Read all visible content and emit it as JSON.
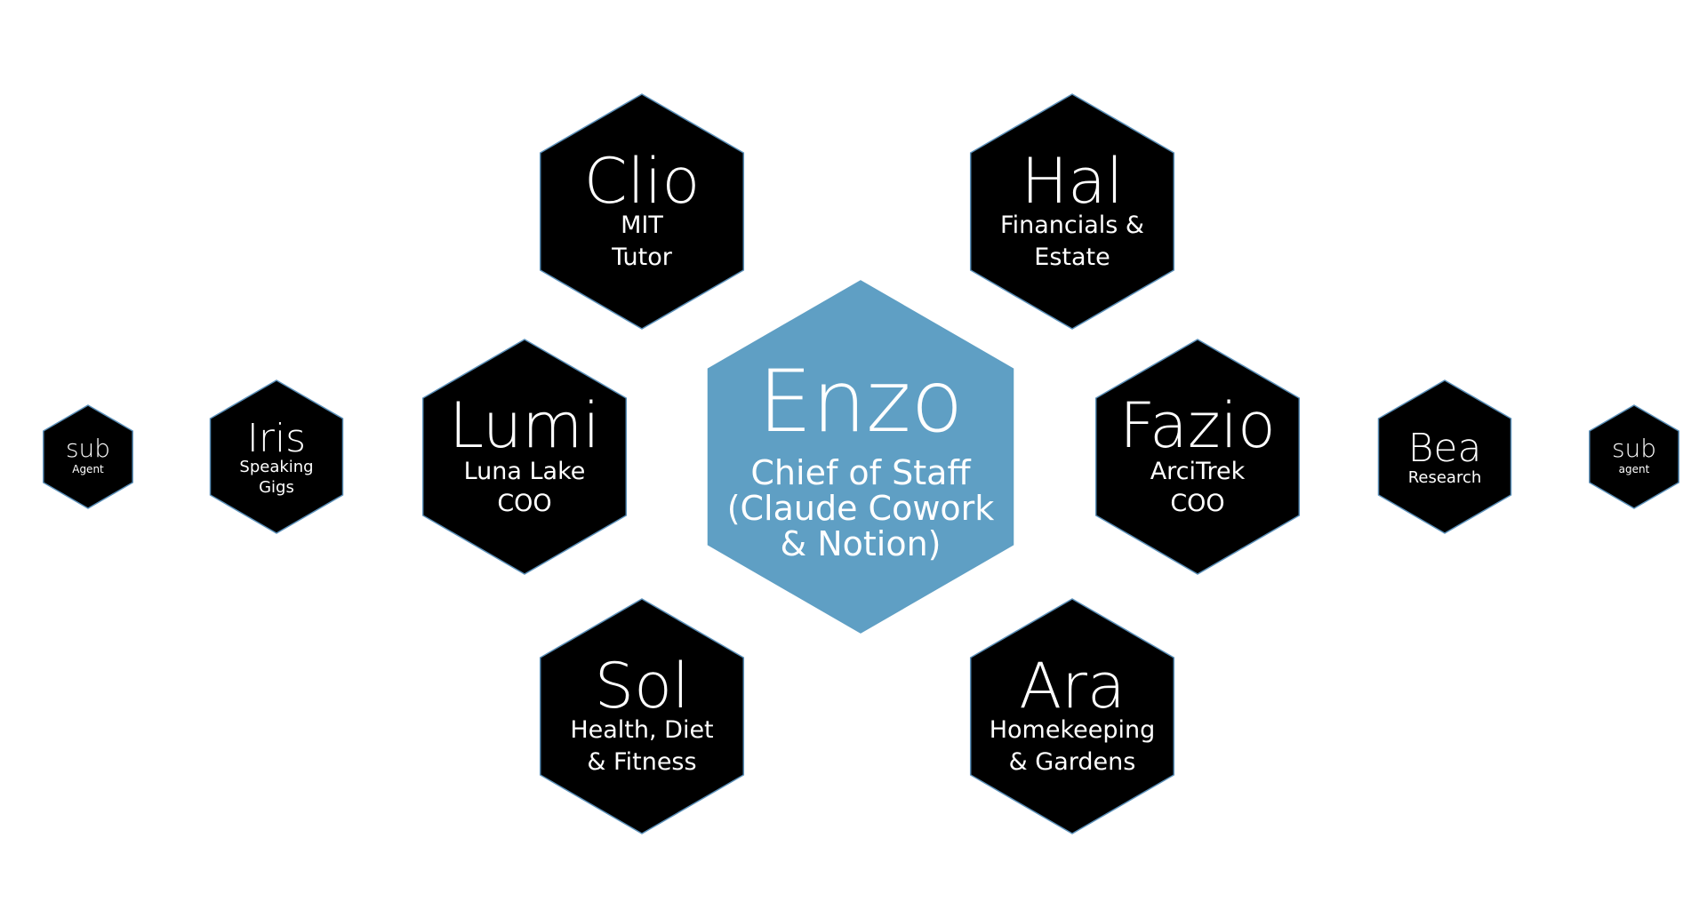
{
  "colors": {
    "node_dark": "#000000",
    "node_accent": "#5f9fc4",
    "text": "#ffffff",
    "outline": "#5a8fb8"
  },
  "nodes": [
    {
      "id": "enzo",
      "name": "Enzo",
      "lines": [
        "Chief of Staff",
        "(Claude Cowork",
        "& Notion)"
      ],
      "accent": true
    },
    {
      "id": "clio",
      "name": "Clio",
      "lines": [
        "MIT",
        "Tutor"
      ]
    },
    {
      "id": "hal",
      "name": "Hal",
      "lines": [
        "Financials &",
        "Estate"
      ]
    },
    {
      "id": "lumi",
      "name": "Lumi",
      "lines": [
        "Luna Lake",
        "COO"
      ]
    },
    {
      "id": "fazio",
      "name": "Fazio",
      "lines": [
        "ArciTrek",
        "COO"
      ]
    },
    {
      "id": "sol",
      "name": "Sol",
      "lines": [
        "Health, Diet",
        "& Fitness"
      ]
    },
    {
      "id": "ara",
      "name": "Ara",
      "lines": [
        "Homekeeping",
        "& Gardens"
      ]
    },
    {
      "id": "iris",
      "name": "Iris",
      "lines": [
        "Speaking",
        "Gigs"
      ]
    },
    {
      "id": "bea",
      "name": "Bea",
      "lines": [
        "Research"
      ]
    },
    {
      "id": "sub-left",
      "name": "sub",
      "lines": [
        "Agent"
      ]
    },
    {
      "id": "sub-right",
      "name": "sub",
      "lines": [
        "agent"
      ]
    }
  ]
}
